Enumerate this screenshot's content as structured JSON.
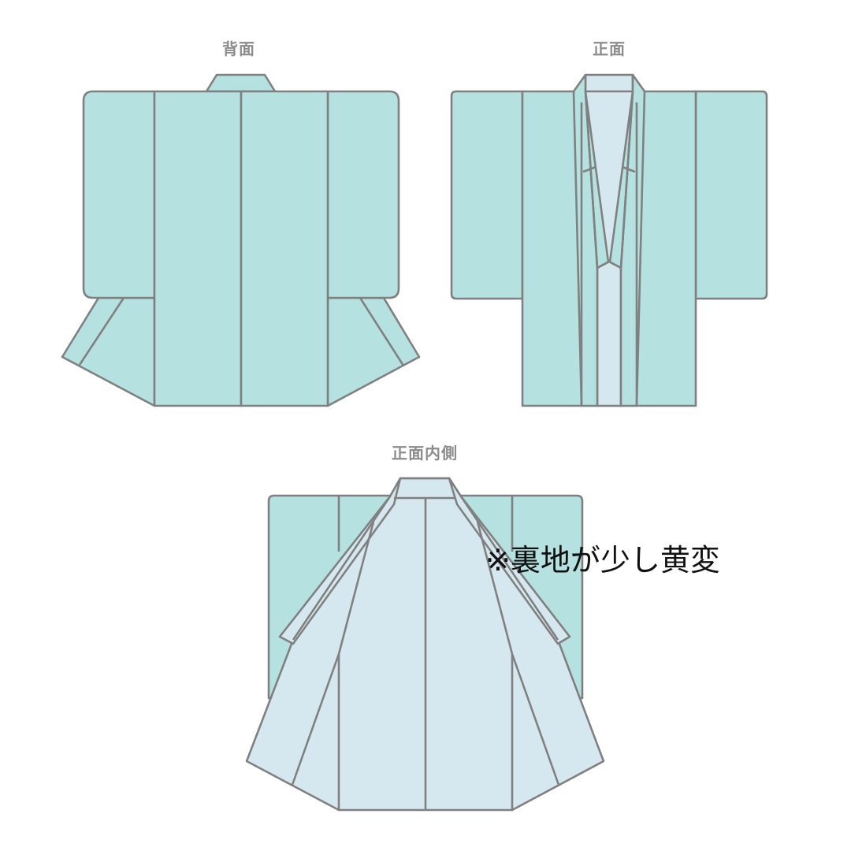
{
  "views": [
    {
      "id": "back",
      "label": "背面"
    },
    {
      "id": "front",
      "label": "正面"
    },
    {
      "id": "front_inside",
      "label": "正面内側"
    }
  ],
  "note": "※裏地が少し黄変",
  "colors": {
    "outer_fabric": "#b5e2e0",
    "lining_fabric": "#d6e8ef",
    "outline": "#808080",
    "label_text": "#8c8c8c",
    "note_text": "#111111"
  }
}
